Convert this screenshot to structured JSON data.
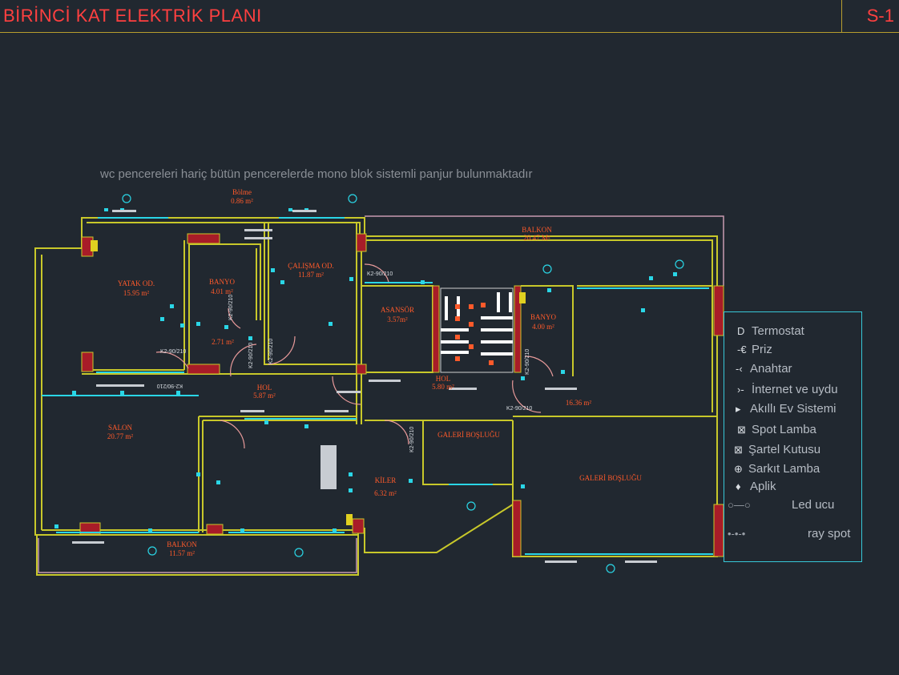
{
  "header": {
    "title": "BİRİNCİ KAT  ELEKTRİK  PLANI",
    "sheet": "S-1"
  },
  "note": "wc pencereleri hariç bütün pencerelerde mono blok sistemli panjur bulunmaktadır",
  "rooms": {
    "bolme": {
      "name": "Bölme",
      "area": "0.86 m²"
    },
    "balkon_top": {
      "name": "BALKON",
      "area": "20.47 M²"
    },
    "yatak": {
      "name": "YATAK OD.",
      "area": "15.95 m²"
    },
    "banyo1": {
      "name": "BANYO",
      "area": "4.01 m²"
    },
    "calisma": {
      "name": "ÇALIŞMA OD.",
      "area": "11.87 m²"
    },
    "asansor": {
      "name": "ASANSÖR",
      "area": "3.57m²"
    },
    "banyo2": {
      "name": "BANYO",
      "area": "4.00 m²"
    },
    "hol_small": {
      "area": "2.71 m²"
    },
    "hol1": {
      "name": "HOL",
      "area": "5.87 m²"
    },
    "hol2": {
      "name": "HOL",
      "area": "5.80 m²"
    },
    "room_1636": {
      "area": "16.36 m²"
    },
    "salon": {
      "name": "SALON",
      "area": "20.77 m²"
    },
    "kiler": {
      "name": "KİLER",
      "area": "6.32 m²"
    },
    "galeri1": {
      "name": "GALERİ BOŞLUĞU"
    },
    "galeri2": {
      "name": "GALERİ BOŞLUĞU"
    },
    "balkon_bottom": {
      "name": "BALKON",
      "area": "11.57 m²"
    }
  },
  "doors": [
    "K2-90/210",
    "K2-90/210",
    "K2-90/210",
    "K2-90/210",
    "K2-90/210",
    "K2-90/210",
    "K2-90/210",
    "K2-90/210",
    "K2-90/210"
  ],
  "legend": [
    {
      "symbol": "D",
      "label": "Termostat"
    },
    {
      "symbol": "-€",
      "label": "Priz"
    },
    {
      "symbol": "-‹",
      "label": "Anahtar"
    },
    {
      "symbol": "›-",
      "label": "İnternet  ve uydu"
    },
    {
      "symbol": "▸",
      "label": "Akıllı Ev Sistemi"
    },
    {
      "symbol": "⊠",
      "label": "Spot Lamba"
    },
    {
      "symbol": "⊠",
      "label": "Şartel Kutusu"
    },
    {
      "symbol": "⊕",
      "label": "Sarkıt Lamba"
    },
    {
      "symbol": "♦",
      "label": "Aplik"
    },
    {
      "symbol": "○—○",
      "label": "Led ucu"
    },
    {
      "symbol": "•-•-•",
      "label": "ray spot"
    }
  ],
  "colors": {
    "background": "#212830",
    "wall": "#c8c82a",
    "column": "#a81c28",
    "wiring": "#2ad6e6",
    "text_label": "#ff5a2a",
    "title": "#ff4040"
  }
}
